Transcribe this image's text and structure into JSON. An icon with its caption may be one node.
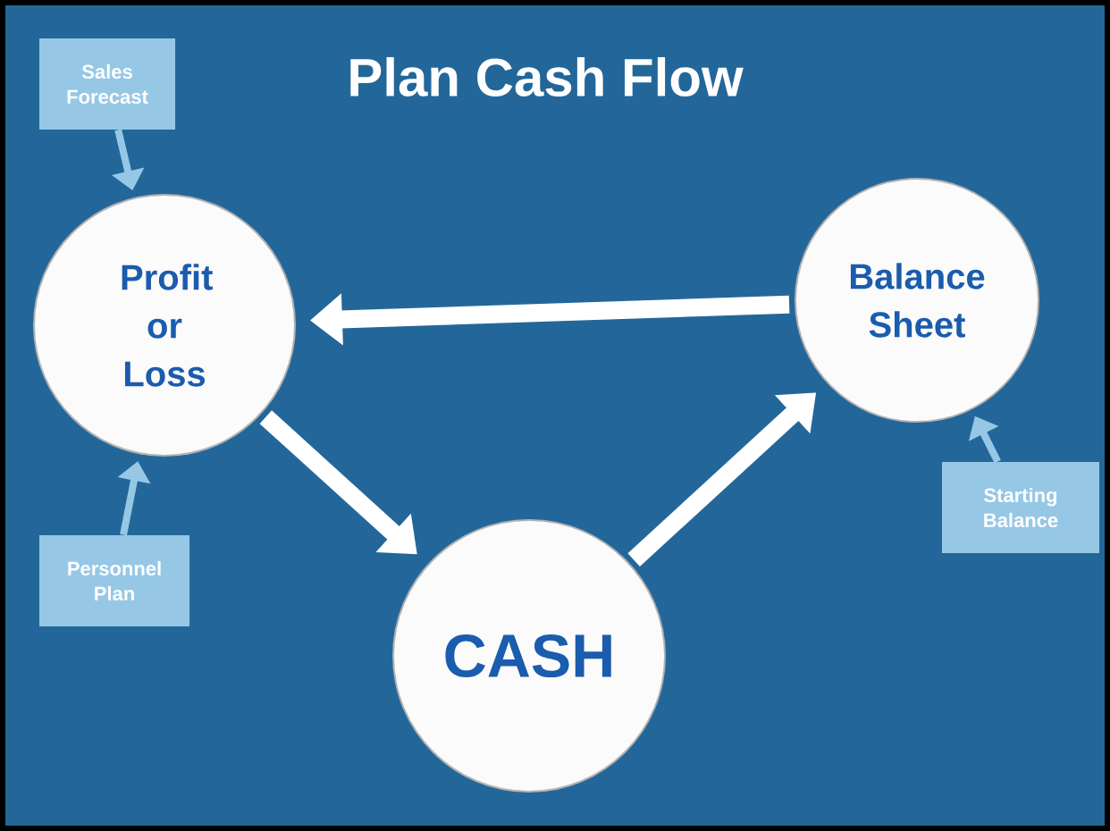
{
  "diagram": {
    "title": "Plan Cash Flow",
    "nodes": [
      {
        "text": [
          "Sales Forecast"
        ]
      },
      {
        "text": [
          "Profit or Loss"
        ]
      },
      {
        "text": [
          "Balance Sheet"
        ]
      },
      {
        "text": [
          "Personnel Plan"
        ]
      },
      {
        "text": [
          "CASH"
        ]
      },
      {
        "text": [
          "Starting Balance"
        ]
      }
    ],
    "edges": [
      {
        "from": 0,
        "to": 1,
        "arrow": "to"
      },
      {
        "from": 3,
        "to": 1,
        "arrow": "to"
      },
      {
        "from": 2,
        "to": 1,
        "arrow": "to",
        "style": "thick",
        "color": "#ffffff"
      },
      {
        "from": 1,
        "to": 4,
        "arrow": "to",
        "style": "thick",
        "color": "#ffffff"
      },
      {
        "from": 4,
        "to": 2,
        "arrow": "to",
        "style": "thick",
        "color": "#ffffff"
      },
      {
        "from": 5,
        "to": 2,
        "arrow": "to"
      }
    ]
  }
}
